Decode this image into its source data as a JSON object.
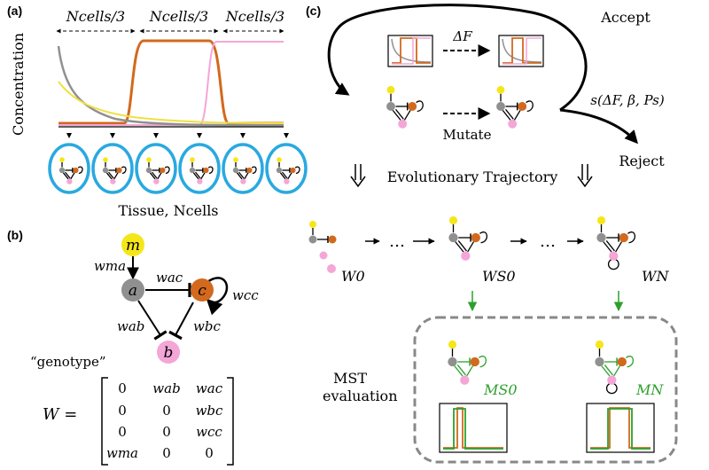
{
  "colors": {
    "orange": "#d2691e",
    "pink": "#f4a6d7",
    "gray": "#909090",
    "yellow": "#f0e040",
    "yellow_node": "#f5e61a",
    "blue": "#29a9e0",
    "green": "#2ca02c",
    "dashed_box": "#888888"
  },
  "panel_a": {
    "label": "(a)",
    "header": "Ncells/3",
    "ylabel": "Concentration",
    "xlabel": "Tissue, Ncells"
  },
  "panel_b": {
    "label": "(b)",
    "nodes": {
      "m": "m",
      "a": "a",
      "b": "b",
      "c": "c"
    },
    "weights": {
      "ma": "wma",
      "ac": "wac",
      "ab": "wab",
      "bc": "wbc",
      "cc": "wcc"
    },
    "genotype": "“genotype”",
    "matrix_lhs": "W =",
    "matrix": [
      [
        "0",
        "wab",
        "wac"
      ],
      [
        "0",
        "0",
        "wbc"
      ],
      [
        "0",
        "0",
        "wcc"
      ],
      [
        "wma",
        "0",
        "0"
      ]
    ]
  },
  "panel_c": {
    "label": "(c)",
    "accept": "Accept",
    "reject": "Reject",
    "mutate": "Mutate",
    "delta_f": "ΔF",
    "selection": "s(ΔF, β, Ps)",
    "trajectory": "Evolutionary Trajectory",
    "w0": "W0",
    "ws0": "WS0",
    "wn": "WN",
    "ellipsis": "…",
    "mst": "MST",
    "evaluation": "evaluation",
    "ms0": "MS0",
    "mn": "MN"
  }
}
